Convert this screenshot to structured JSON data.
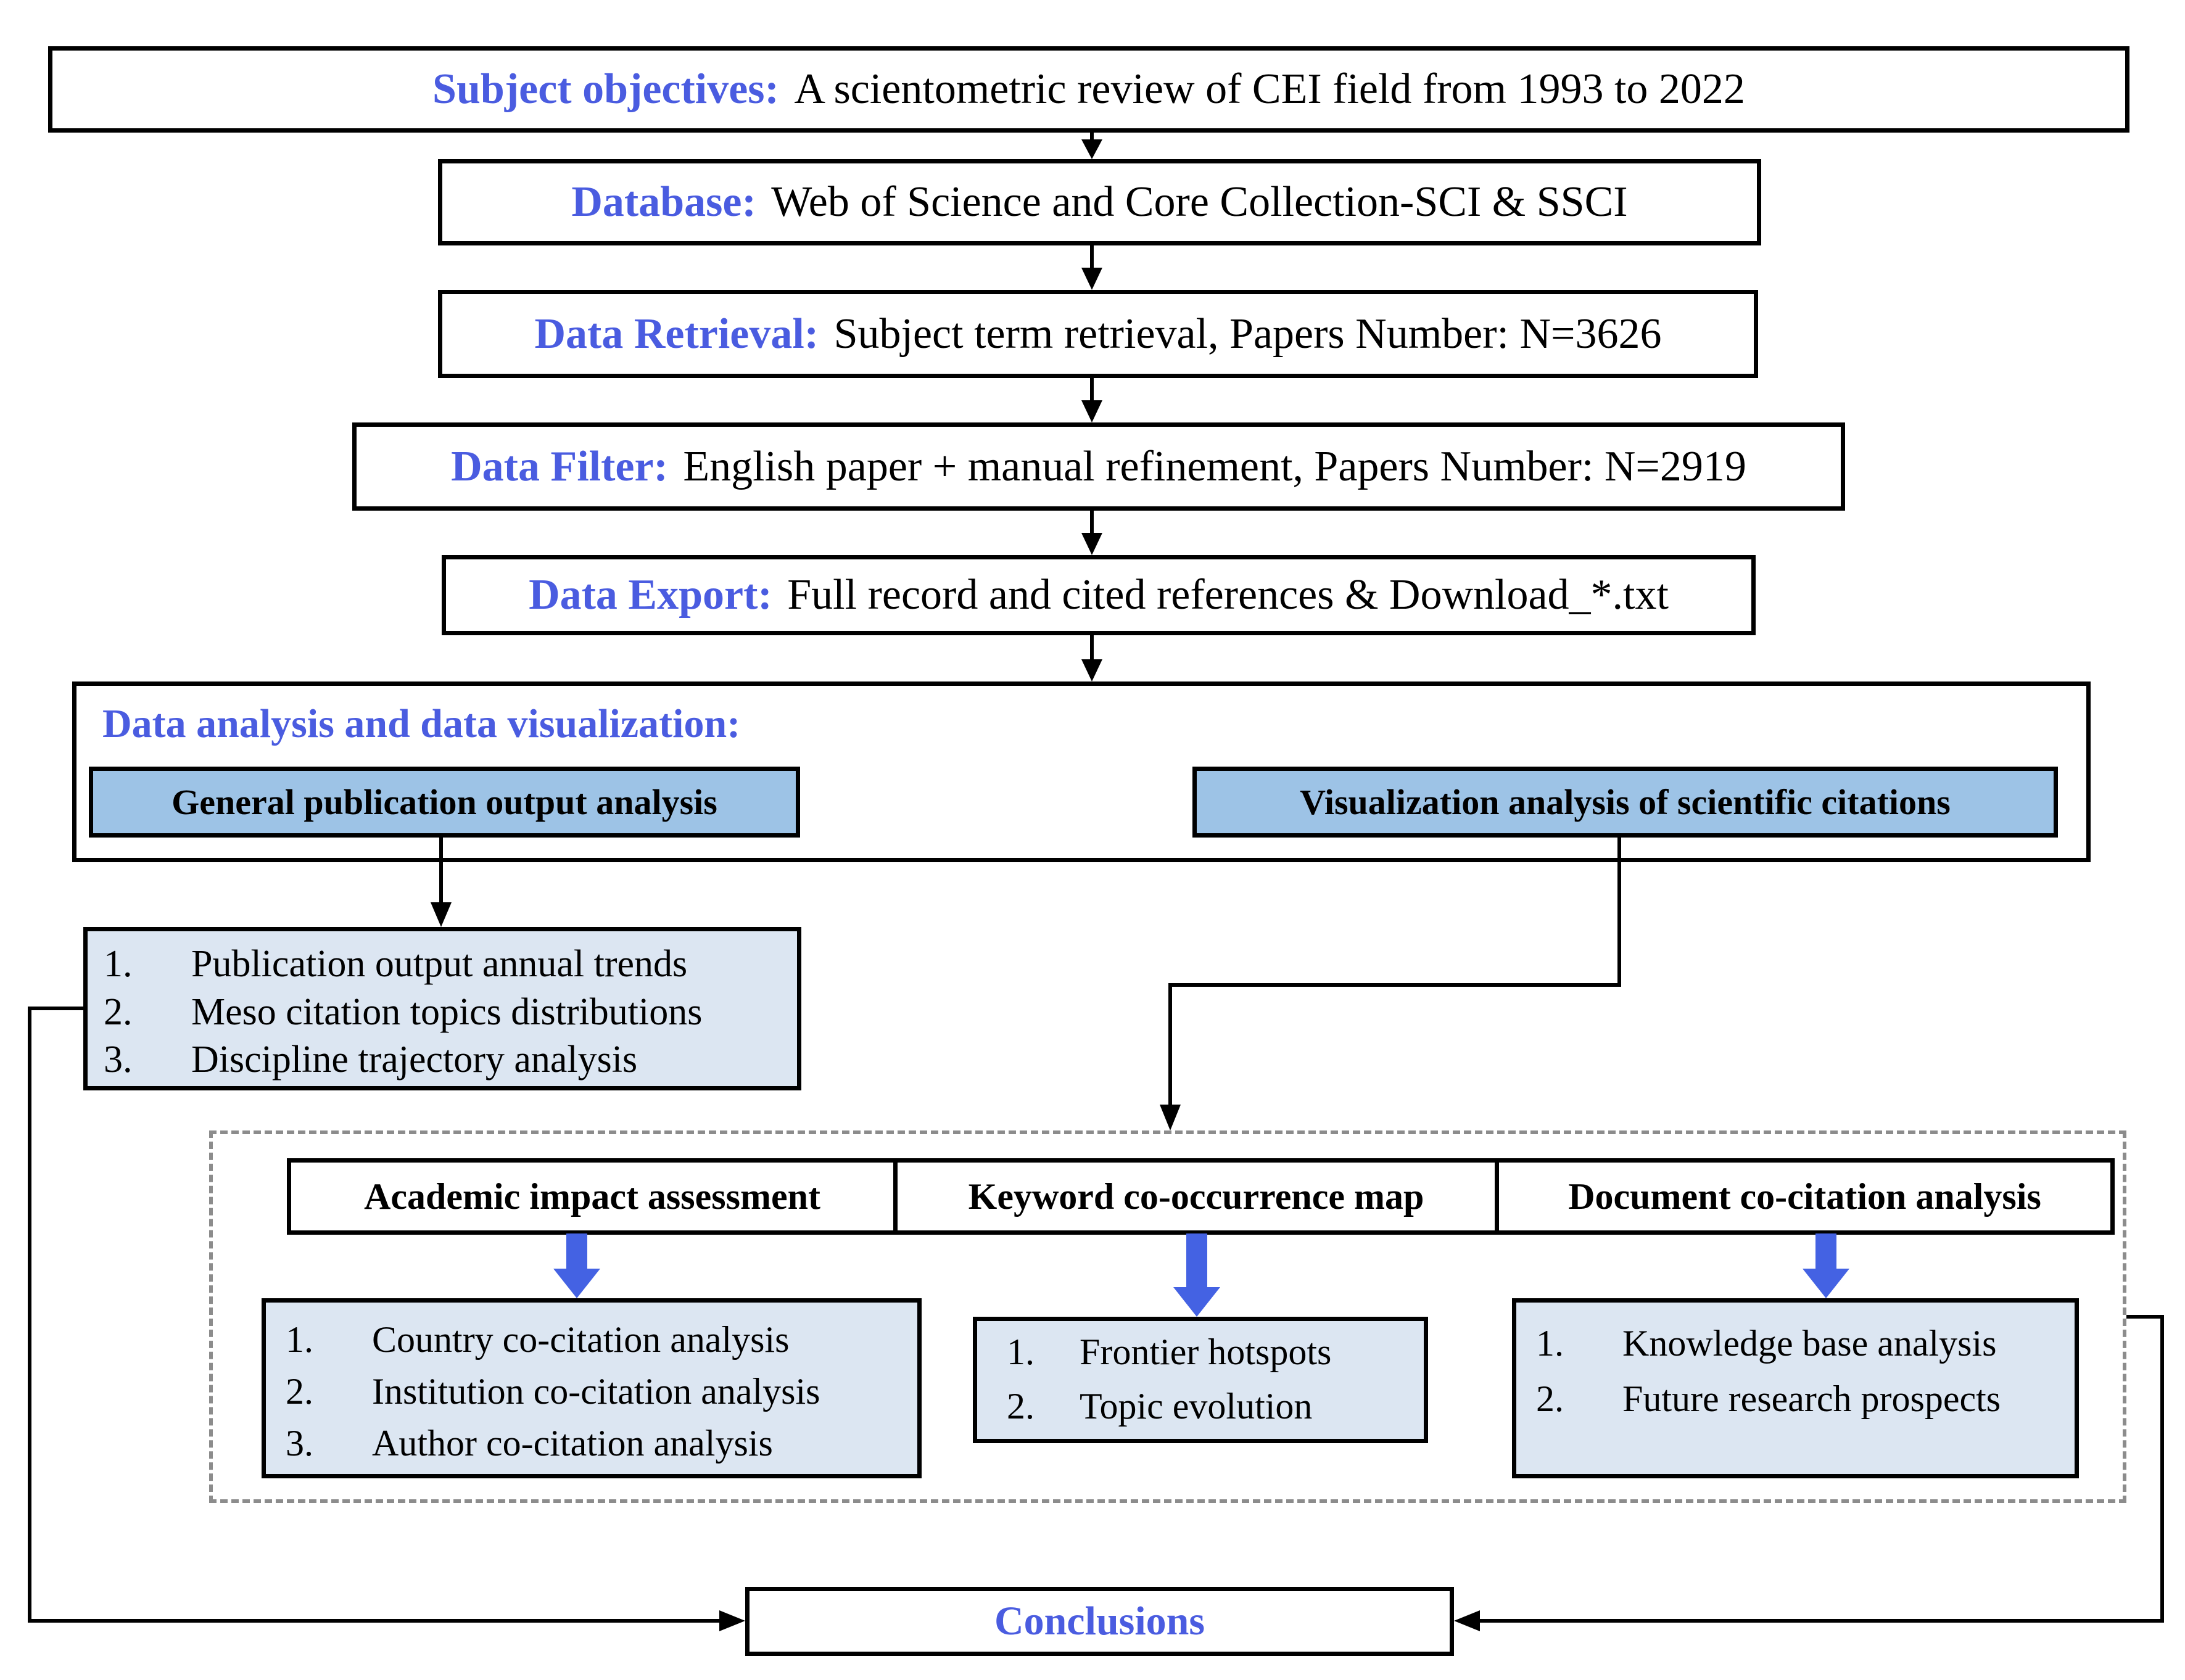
{
  "flow": {
    "subject": {
      "label": "Subject objectives:",
      "text": "A scientometric review of CEI field from 1993 to 2022"
    },
    "database": {
      "label": "Database:",
      "text": "Web of Science and Core Collection-SCI & SSCI"
    },
    "retrieval": {
      "label": "Data Retrieval:",
      "text": "Subject term retrieval, Papers Number: N=3626"
    },
    "filter": {
      "label": "Data Filter:",
      "text": "English paper + manual refinement, Papers Number: N=2919"
    },
    "export": {
      "label": "Data Export:",
      "text": "Full record and cited references & Download_*.txt"
    }
  },
  "analysis": {
    "label": "Data analysis and data visualization:",
    "left_branch": "General publication output analysis",
    "right_branch": "Visualization analysis of scientific citations"
  },
  "publication_outputs": {
    "items": [
      {
        "num": "1.",
        "text": "Publication output annual trends"
      },
      {
        "num": "2.",
        "text": "Meso citation topics distributions"
      },
      {
        "num": "3.",
        "text": "Discipline trajectory analysis"
      }
    ]
  },
  "citation_analyses": {
    "columns": [
      {
        "header": "Academic impact assessment",
        "items": [
          {
            "num": "1.",
            "text": "Country co-citation analysis"
          },
          {
            "num": "2.",
            "text": "Institution co-citation analysis"
          },
          {
            "num": "3.",
            "text": "Author co-citation analysis"
          }
        ]
      },
      {
        "header": "Keyword co-occurrence map",
        "items": [
          {
            "num": "1.",
            "text": "Frontier hotspots"
          },
          {
            "num": "2.",
            "text": "Topic evolution"
          }
        ]
      },
      {
        "header": "Document co-citation analysis",
        "items": [
          {
            "num": "1.",
            "text": "Knowledge base analysis"
          },
          {
            "num": "2.",
            "text": "Future research prospects"
          }
        ]
      }
    ]
  },
  "conclusions": {
    "label": "Conclusions"
  },
  "colors": {
    "accent_text_blue": "#4A5CE0",
    "arrow_blue": "#4462E3",
    "branch_header_fill": "#9DC3E6",
    "list_fill": "#DCE6F2",
    "dashed_border_gray": "#8C8C8C"
  }
}
